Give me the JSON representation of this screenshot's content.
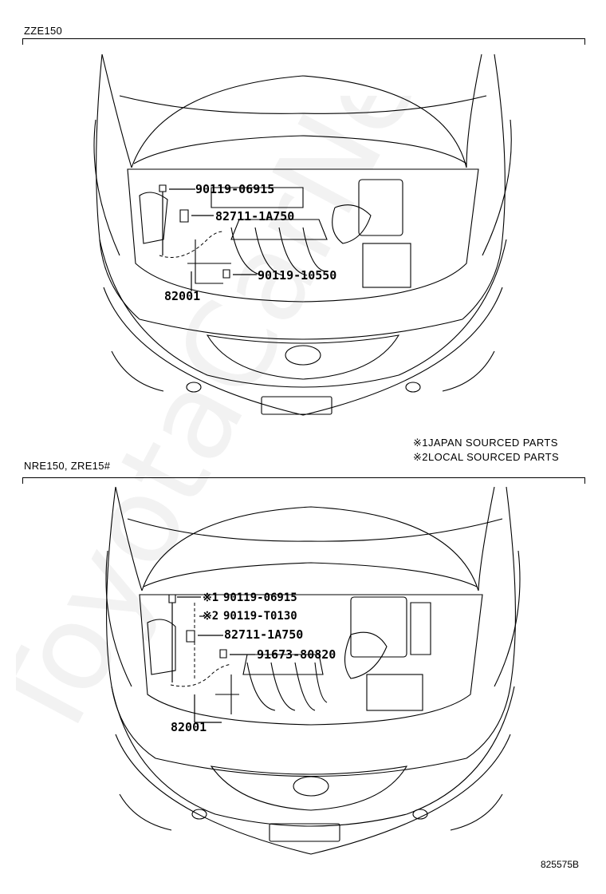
{
  "top_section": {
    "model_label": "ZZE150",
    "part_labels": [
      "90119-06915",
      "82711-1A750",
      "90119-10550",
      "82001"
    ]
  },
  "bottom_section": {
    "model_label": "NRE150, ZRE15#",
    "part_labels": [
      {
        "mark": "※1",
        "number": "90119-06915"
      },
      {
        "mark": "※2",
        "number": "90119-T0130"
      },
      {
        "mark": "",
        "number": "82711-1A750"
      },
      {
        "mark": "",
        "number": "91673-80820"
      },
      {
        "mark": "",
        "number": "82001"
      }
    ]
  },
  "notes": [
    {
      "mark": "※1",
      "text": "JAPAN SOURCED PARTS"
    },
    {
      "mark": "※2",
      "text": "LOCAL SOURCED PARTS"
    }
  ],
  "drawing_id": "825575B",
  "watermark": "ToyotaCarNet.ru"
}
